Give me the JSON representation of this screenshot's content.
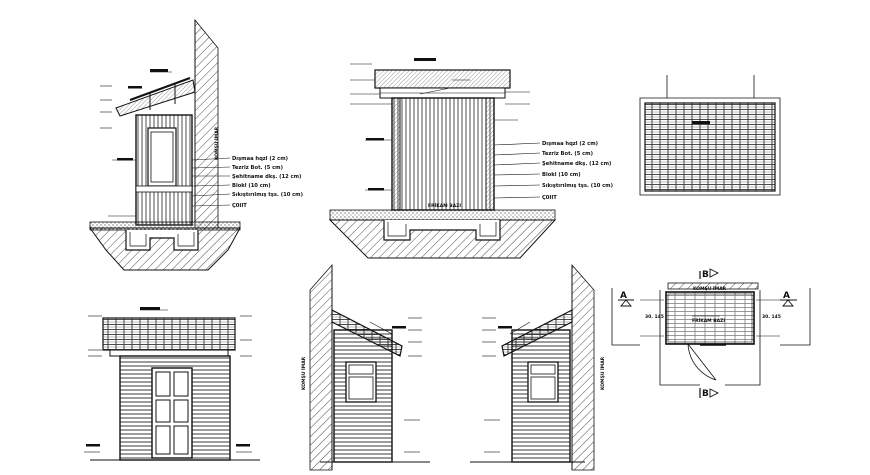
{
  "section_a": {
    "wall_label": "KOMŞU İMAR",
    "layers": [
      "Dışmaa hqzl (2 cm)",
      "Tezriz Bot. (5 cm)",
      "Şehitname dkş. (12 cm)",
      "Blokl (10 cm)",
      "Sıkıştırılmış tşs. (10 cm)",
      "Ç0IIT"
    ]
  },
  "section_b": {
    "floor_label": "FRİKAM BAZI",
    "layers": [
      "Dışmaa hqzl (2 cm)",
      "Tezriz Bot. (5 cm)",
      "Şehitname dkş. (12 cm)",
      "Blokl (10 cm)",
      "Sıkıştırılmış tşs. (10 cm)",
      "Ç0IIT"
    ]
  },
  "elevation_left": {
    "wall_label": "KOMŞU İMAR"
  },
  "elevation_right": {
    "wall_label": "KOMŞU İMAR"
  },
  "plan": {
    "wall_label": "KOMŞU İMAR",
    "room_label": "FRİKAM BAZI",
    "cut_a": "A",
    "cut_b": "B",
    "dim_left": "30.\n145",
    "dim_right": "30.\n145"
  }
}
